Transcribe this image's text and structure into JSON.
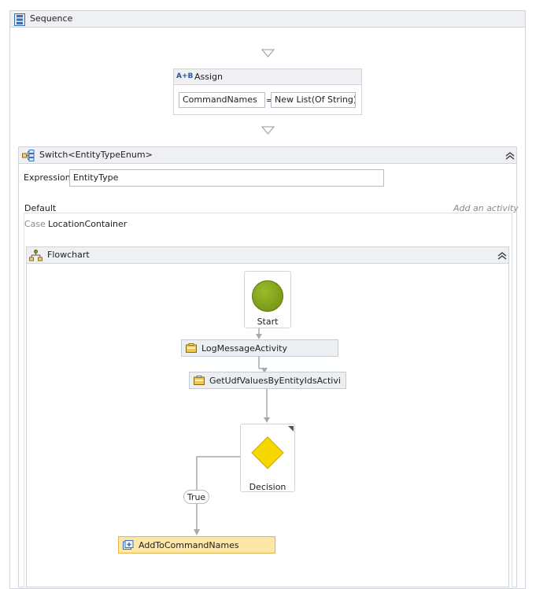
{
  "sequence": {
    "label": "Sequence",
    "icon": "sequence-icon"
  },
  "assign": {
    "label": "Assign",
    "icon_text": "A+B",
    "to_value": "CommandNames",
    "operator": "=",
    "value": "New List(Of String)"
  },
  "switch": {
    "label": "Switch<EntityTypeEnum>",
    "expression_label": "Expression",
    "expression_value": "EntityType",
    "default_label": "Default",
    "add_activity": "Add an activity",
    "case_label": "Case",
    "case_value": "LocationContainer"
  },
  "flowchart": {
    "label": "Flowchart",
    "start_label": "Start",
    "activities": [
      {
        "label": "LogMessageActivity"
      },
      {
        "label": "GetUdfValuesByEntityIdsActivi"
      }
    ],
    "decision_label": "Decision",
    "true_label": "True",
    "add_to_command_names": "AddToCommandNames"
  },
  "colors": {
    "header_bg": "#eef0f3",
    "border": "#cfd4da",
    "start_green": "#7fa11a",
    "decision_yellow": "#f6d800",
    "selected_bg": "#fde7a8",
    "selected_border": "#e6b34f",
    "connector": "#a9a9a9"
  }
}
